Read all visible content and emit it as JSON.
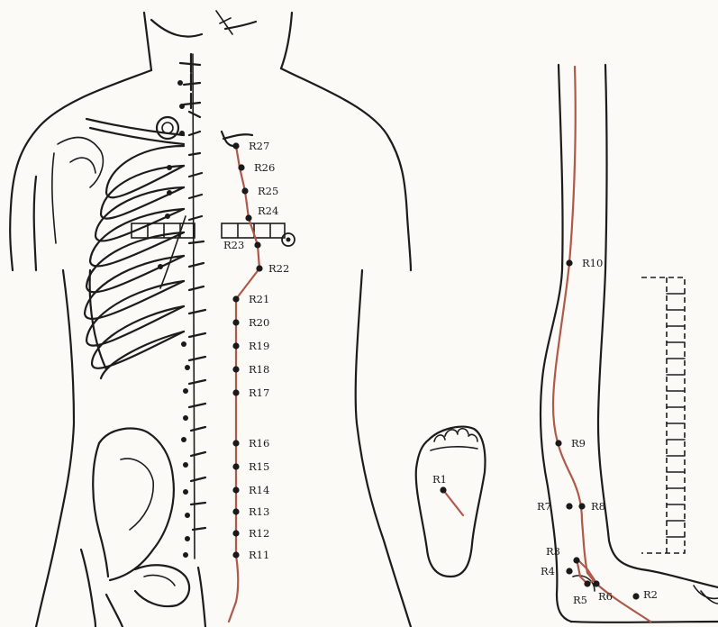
{
  "points": {
    "R1": "R1",
    "R2": "R2",
    "R3": "R3",
    "R4": "R4",
    "R5": "R5",
    "R6": "R6",
    "R7": "R7",
    "R8": "R8",
    "R9": "R9",
    "R10": "R10",
    "R11": "R11",
    "R12": "R12",
    "R13": "R13",
    "R14": "R14",
    "R15": "R15",
    "R16": "R16",
    "R17": "R17",
    "R18": "R18",
    "R19": "R19",
    "R20": "R20",
    "R21": "R21",
    "R22": "R22",
    "R23": "R23",
    "R24": "R24",
    "R25": "R25",
    "R26": "R26",
    "R27": "R27"
  },
  "colors": {
    "meridian": "#b0584a",
    "ink": "#1c1c1c",
    "paper": "#fbfaf6"
  }
}
